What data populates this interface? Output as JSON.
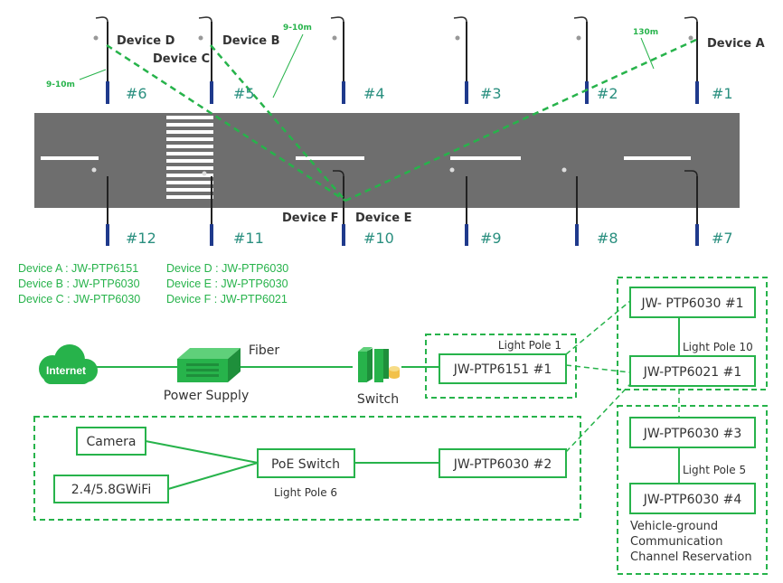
{
  "colors": {
    "accent_green": "#27b34b",
    "pole_blue": "#1f3a8c",
    "road_gray": "#6e6e6e",
    "pole_label_teal": "#2a8f7f"
  },
  "devices": {
    "a": "Device A",
    "b": "Device B",
    "c": "Device C",
    "d": "Device D",
    "e": "Device E",
    "f": "Device F"
  },
  "poles": {
    "p1": "#1",
    "p2": "#2",
    "p3": "#3",
    "p4": "#4",
    "p5": "#5",
    "p6": "#6",
    "p7": "#7",
    "p8": "#8",
    "p9": "#9",
    "p10": "#10",
    "p11": "#11",
    "p12": "#12"
  },
  "distances": {
    "d_left": "9-10m",
    "d_top": "9-10m",
    "d_right": "130m"
  },
  "legend": {
    "a": "Device A : JW-PTP6151",
    "b": "Device B : JW-PTP6030",
    "c": "Device C : JW-PTP6030",
    "d": "Device D : JW-PTP6030",
    "e": "Device E : JW-PTP6030",
    "f": "Device F : JW-PTP6021"
  },
  "network": {
    "internet": "Internet",
    "fiber": "Fiber",
    "power_supply": "Power Supply",
    "switch": "Switch",
    "light_pole_1": "Light Pole 1",
    "ptp6151_1": "JW-PTP6151 #1",
    "ptp6030_1": "JW- PTP6030 #1",
    "light_pole_10": "Light Pole 10",
    "ptp6021_1": "JW-PTP6021 #1",
    "ptp6030_3": "JW-PTP6030 #3",
    "light_pole_5": "Light Pole 5",
    "ptp6030_4": "JW-PTP6030 #4",
    "reservation_line1": "Vehicle-ground",
    "reservation_line2": "Communication",
    "reservation_line3": "Channel Reservation",
    "camera": "Camera",
    "wifi": "2.4/5.8GWiFi",
    "poe_switch": "PoE Switch",
    "light_pole_6": "Light Pole 6",
    "ptp6030_2": "JW-PTP6030 #2"
  }
}
